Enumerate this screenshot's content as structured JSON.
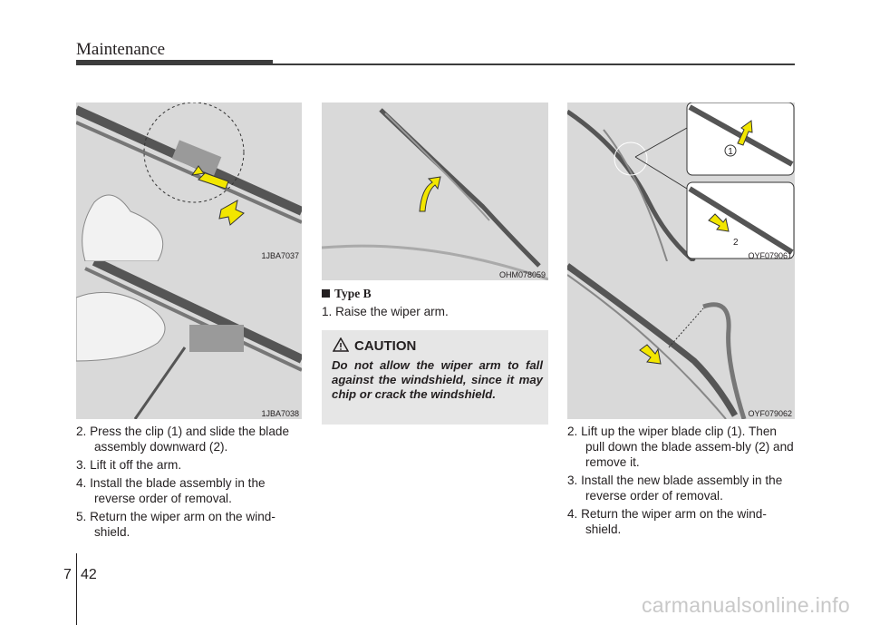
{
  "header": {
    "title": "Maintenance"
  },
  "figures": {
    "fig1": "1JBA7037",
    "fig2": "1JBA7038",
    "fig3": "OHM078059",
    "fig4": "OYF079061",
    "fig5": "OYF079062",
    "callout1": "1",
    "callout2": "2"
  },
  "left_steps": [
    "2. Press the clip (1) and slide the blade assembly downward (2).",
    "3. Lift it off the arm.",
    "4. Install the blade assembly in the reverse order of removal.",
    "5. Return the wiper arm on the wind-shield."
  ],
  "type_b": {
    "heading": "Type B",
    "step": "1. Raise the wiper arm."
  },
  "caution": {
    "title": "CAUTION",
    "text": "Do not allow the wiper arm to fall against the windshield, since it may chip or crack the windshield."
  },
  "right_steps": [
    "2. Lift up the wiper blade clip (1). Then pull down the blade assem-bly (2) and remove it.",
    "3. Install the new blade assembly in the reverse order of removal.",
    "4. Return the wiper arm on the wind-shield."
  ],
  "footer": {
    "chapter": "7",
    "page": "42",
    "watermark": "carmanualsonline.info"
  },
  "colors": {
    "panel": "#d9d9d9",
    "arrow": "#f2e600",
    "caution_bg": "#e6e6e6",
    "rule": "#3c3c3c"
  }
}
